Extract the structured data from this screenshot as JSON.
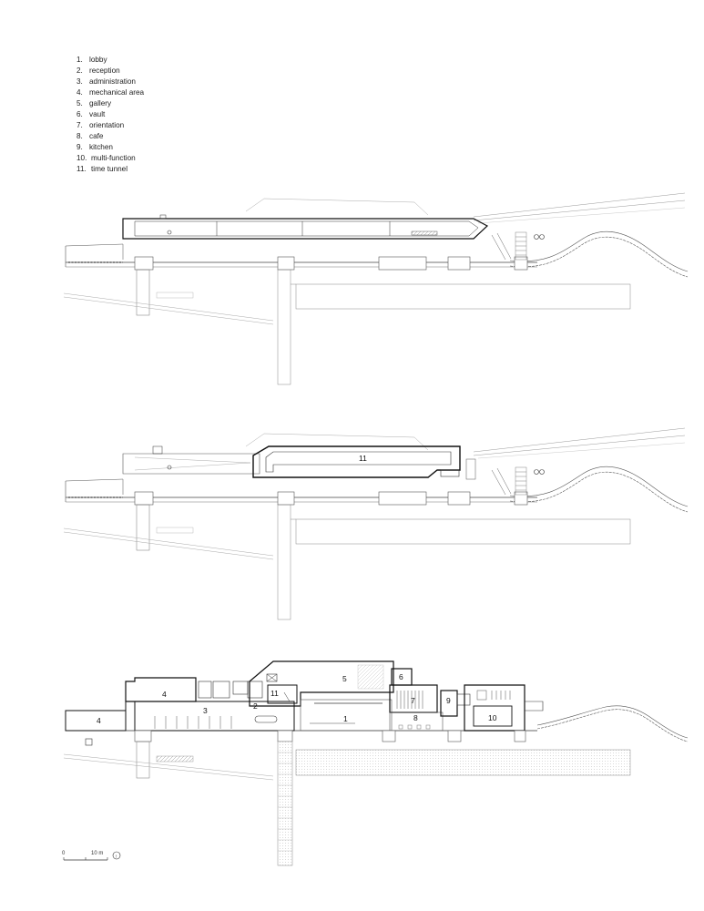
{
  "legend": [
    {
      "num": "1.",
      "label": "lobby"
    },
    {
      "num": "2.",
      "label": "reception"
    },
    {
      "num": "3.",
      "label": "administration"
    },
    {
      "num": "4.",
      "label": "mechanical area"
    },
    {
      "num": "5.",
      "label": "gallery"
    },
    {
      "num": "6.",
      "label": "vault"
    },
    {
      "num": "7.",
      "label": "orientation"
    },
    {
      "num": "8.",
      "label": "cafe"
    },
    {
      "num": "9.",
      "label": "kitchen"
    },
    {
      "num": "10.",
      "label": "multi-function"
    },
    {
      "num": "11.",
      "label": "time tunnel"
    }
  ],
  "plan_labels": {
    "middle": {
      "time_tunnel": "11"
    },
    "lower": {
      "lobby": "1",
      "reception": "2",
      "administration": "3",
      "mech_a": "4",
      "mech_b": "4",
      "gallery": "5",
      "vault": "6",
      "orientation": "7",
      "cafe": "8",
      "kitchen": "9",
      "multi_function": "10",
      "time_tunnel": "11"
    }
  },
  "scale_bar": {
    "start": "0",
    "end": "10 m"
  },
  "north_arrow": {
    "glyph": "↑"
  }
}
